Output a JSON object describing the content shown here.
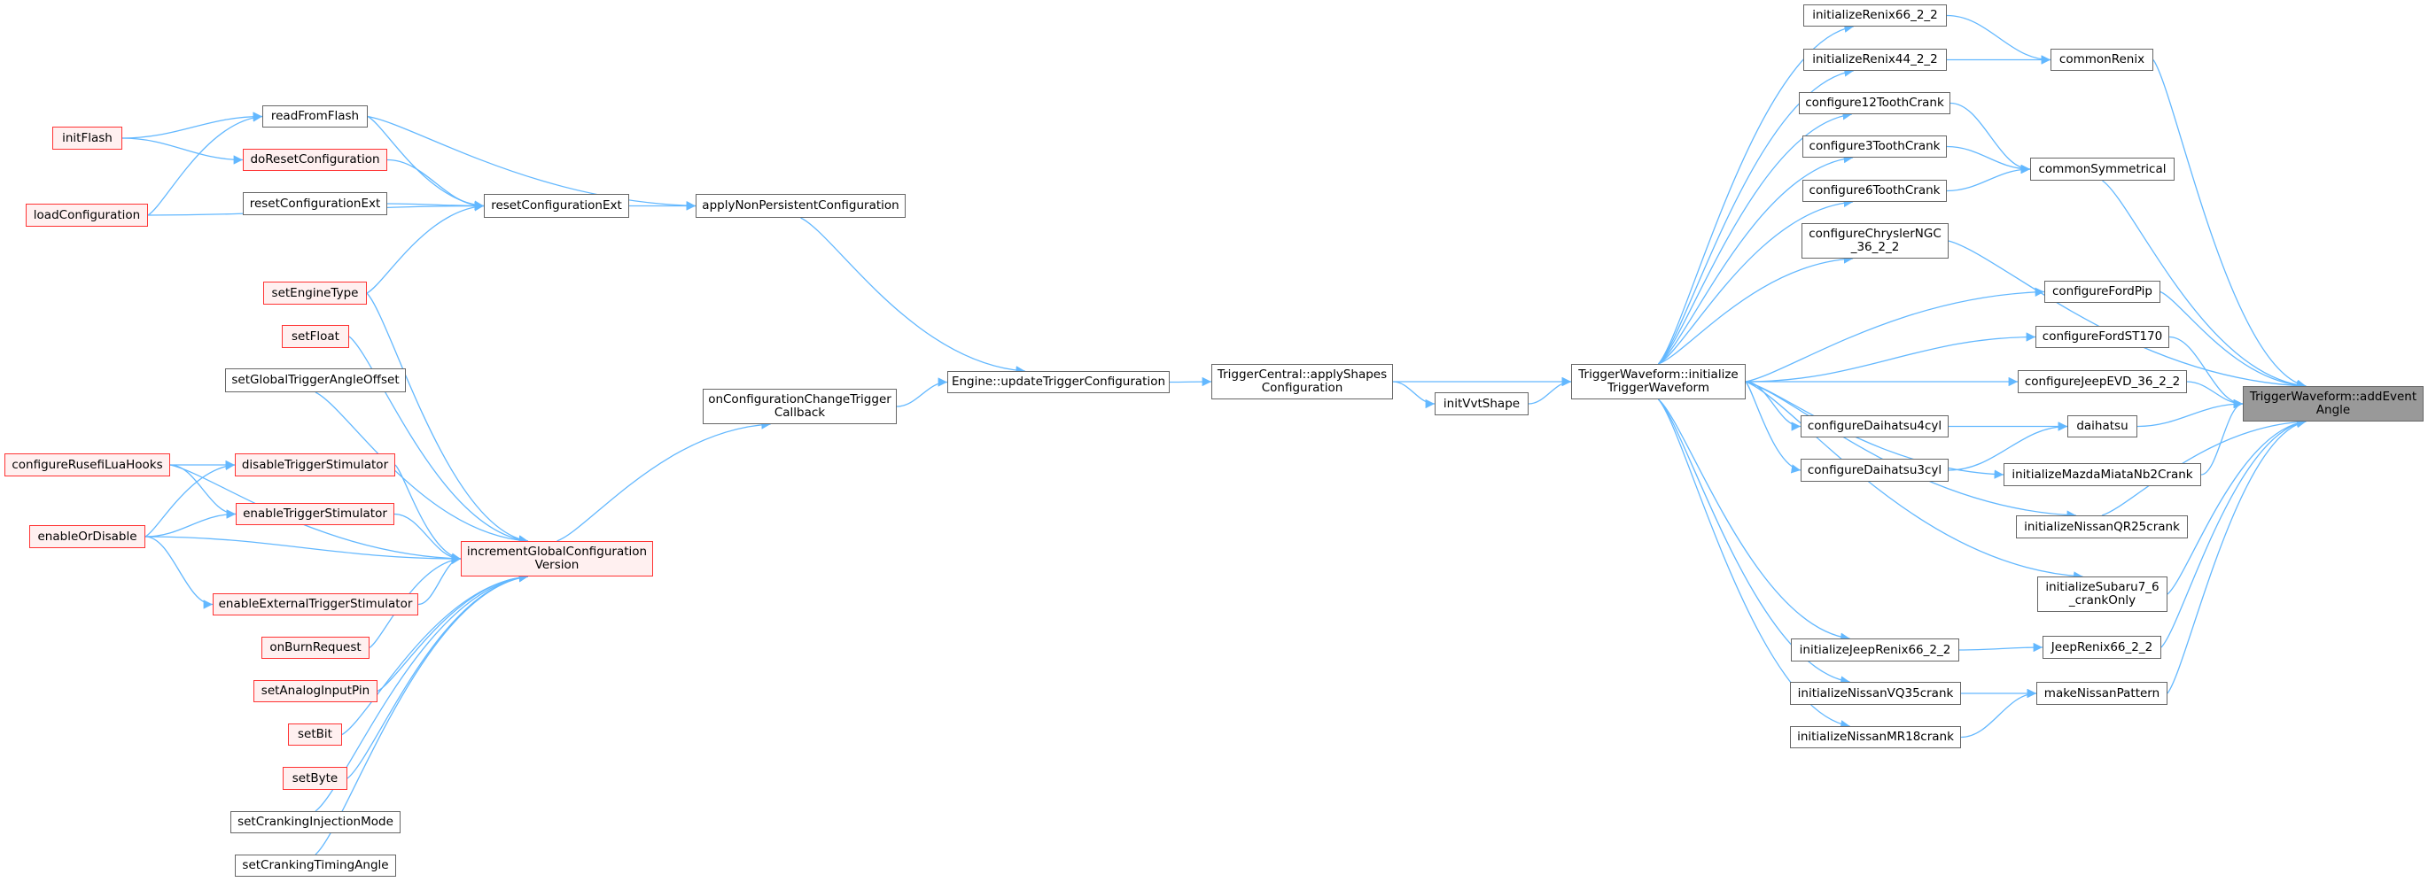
{
  "title": "TriggerWaveform::addEventAngle caller graph",
  "colors": {
    "edge": "#63b8ff",
    "node_border": "#666666",
    "truncated_border": "#ff3333",
    "truncated_fill": "#fff0f0",
    "target_fill": "#999999"
  },
  "nodes": [
    {
      "id": "initFlash",
      "label": "initFlash",
      "truncated": true
    },
    {
      "id": "readFromFlash",
      "label": "readFromFlash",
      "truncated": false
    },
    {
      "id": "doResetConfiguration",
      "label": "doResetConfiguration",
      "truncated": true
    },
    {
      "id": "resetConfigurationExt_a",
      "label": "resetConfigurationExt",
      "truncated": false
    },
    {
      "id": "loadConfiguration",
      "label": "loadConfiguration",
      "truncated": true
    },
    {
      "id": "resetConfigurationExt_b",
      "label": "resetConfigurationExt",
      "truncated": false
    },
    {
      "id": "applyNonPersistentConfiguration",
      "label": "applyNonPersistentConfiguration",
      "truncated": false
    },
    {
      "id": "setEngineType",
      "label": "setEngineType",
      "truncated": true
    },
    {
      "id": "setFloat",
      "label": "setFloat",
      "truncated": true
    },
    {
      "id": "setGlobalTriggerAngleOffset",
      "label": "setGlobalTriggerAngleOffset",
      "truncated": false
    },
    {
      "id": "configureRusefiLuaHooks",
      "label": "configureRusefiLuaHooks",
      "truncated": true
    },
    {
      "id": "disableTriggerStimulator",
      "label": "disableTriggerStimulator",
      "truncated": true
    },
    {
      "id": "enableTriggerStimulator",
      "label": "enableTriggerStimulator",
      "truncated": true
    },
    {
      "id": "enableOrDisable",
      "label": "enableOrDisable",
      "truncated": true
    },
    {
      "id": "enableExternalTriggerStimulator",
      "label": "enableExternalTriggerStimulator",
      "truncated": true
    },
    {
      "id": "onBurnRequest",
      "label": "onBurnRequest",
      "truncated": true
    },
    {
      "id": "setAnalogInputPin",
      "label": "setAnalogInputPin",
      "truncated": true
    },
    {
      "id": "setBit",
      "label": "setBit",
      "truncated": true
    },
    {
      "id": "setByte",
      "label": "setByte",
      "truncated": true
    },
    {
      "id": "setCrankingInjectionMode",
      "label": "setCrankingInjectionMode",
      "truncated": false
    },
    {
      "id": "setCrankingTimingAngle",
      "label": "setCrankingTimingAngle",
      "truncated": false
    },
    {
      "id": "incrementGlobalConfigurationVersion",
      "label": "incrementGlobalConfiguration\nVersion",
      "truncated": true
    },
    {
      "id": "onConfigurationChangeTriggerCallback",
      "label": "onConfigurationChangeTrigger\nCallback",
      "truncated": false
    },
    {
      "id": "Engine_updateTriggerConfiguration",
      "label": "Engine::updateTriggerConfiguration",
      "truncated": false
    },
    {
      "id": "TriggerCentral_applyShapesConfiguration",
      "label": "TriggerCentral::applyShapes\nConfiguration",
      "truncated": false
    },
    {
      "id": "initVvtShape",
      "label": "initVvtShape",
      "truncated": false
    },
    {
      "id": "TriggerWaveform_initializeTriggerWaveform",
      "label": "TriggerWaveform::initialize\nTriggerWaveform",
      "truncated": false
    },
    {
      "id": "initializeRenix66_2_2",
      "label": "initializeRenix66_2_2",
      "truncated": false
    },
    {
      "id": "initializeRenix44_2_2",
      "label": "initializeRenix44_2_2",
      "truncated": false
    },
    {
      "id": "configure12ToothCrank",
      "label": "configure12ToothCrank",
      "truncated": false
    },
    {
      "id": "configure3ToothCrank",
      "label": "configure3ToothCrank",
      "truncated": false
    },
    {
      "id": "configure6ToothCrank",
      "label": "configure6ToothCrank",
      "truncated": false
    },
    {
      "id": "configureChryslerNGC_36_2_2",
      "label": "configureChryslerNGC\n_36_2_2",
      "truncated": false
    },
    {
      "id": "commonRenix",
      "label": "commonRenix",
      "truncated": false
    },
    {
      "id": "commonSymmetrical",
      "label": "commonSymmetrical",
      "truncated": false
    },
    {
      "id": "configureFordPip",
      "label": "configureFordPip",
      "truncated": false
    },
    {
      "id": "configureFordST170",
      "label": "configureFordST170",
      "truncated": false
    },
    {
      "id": "configureJeepEVD_36_2_2",
      "label": "configureJeepEVD_36_2_2",
      "truncated": false
    },
    {
      "id": "configureDaihatsu4cyl",
      "label": "configureDaihatsu4cyl",
      "truncated": false
    },
    {
      "id": "daihatsu",
      "label": "daihatsu",
      "truncated": false
    },
    {
      "id": "configureDaihatsu3cyl",
      "label": "configureDaihatsu3cyl",
      "truncated": false
    },
    {
      "id": "initializeMazdaMiataNb2Crank",
      "label": "initializeMazdaMiataNb2Crank",
      "truncated": false
    },
    {
      "id": "initializeNissanQR25crank",
      "label": "initializeNissanQR25crank",
      "truncated": false
    },
    {
      "id": "initializeSubaru7_6_crankOnly",
      "label": "initializeSubaru7_6\n_crankOnly",
      "truncated": false
    },
    {
      "id": "initializeJeepRenix66_2_2",
      "label": "initializeJeepRenix66_2_2",
      "truncated": false
    },
    {
      "id": "JeepRenix66_2_2",
      "label": "JeepRenix66_2_2",
      "truncated": false
    },
    {
      "id": "initializeNissanVQ35crank",
      "label": "initializeNissanVQ35crank",
      "truncated": false
    },
    {
      "id": "makeNissanPattern",
      "label": "makeNissanPattern",
      "truncated": false
    },
    {
      "id": "initializeNissanMR18crank",
      "label": "initializeNissanMR18crank",
      "truncated": false
    },
    {
      "id": "TriggerWaveform_addEventAngle",
      "label": "TriggerWaveform::addEvent\nAngle",
      "truncated": false,
      "target": true
    }
  ],
  "edges": [
    [
      "initFlash",
      "readFromFlash"
    ],
    [
      "initFlash",
      "doResetConfiguration"
    ],
    [
      "loadConfiguration",
      "readFromFlash"
    ],
    [
      "loadConfiguration",
      "resetConfigurationExt_b"
    ],
    [
      "readFromFlash",
      "resetConfigurationExt_b"
    ],
    [
      "readFromFlash",
      "applyNonPersistentConfiguration"
    ],
    [
      "doResetConfiguration",
      "resetConfigurationExt_b"
    ],
    [
      "resetConfigurationExt_a",
      "resetConfigurationExt_b"
    ],
    [
      "setEngineType",
      "resetConfigurationExt_b"
    ],
    [
      "resetConfigurationExt_b",
      "applyNonPersistentConfiguration"
    ],
    [
      "applyNonPersistentConfiguration",
      "Engine_updateTriggerConfiguration"
    ],
    [
      "setEngineType",
      "incrementGlobalConfigurationVersion"
    ],
    [
      "setFloat",
      "incrementGlobalConfigurationVersion"
    ],
    [
      "setGlobalTriggerAngleOffset",
      "incrementGlobalConfigurationVersion"
    ],
    [
      "configureRusefiLuaHooks",
      "incrementGlobalConfigurationVersion"
    ],
    [
      "configureRusefiLuaHooks",
      "disableTriggerStimulator"
    ],
    [
      "configureRusefiLuaHooks",
      "enableTriggerStimulator"
    ],
    [
      "enableOrDisable",
      "disableTriggerStimulator"
    ],
    [
      "enableOrDisable",
      "enableTriggerStimulator"
    ],
    [
      "enableOrDisable",
      "incrementGlobalConfigurationVersion"
    ],
    [
      "enableOrDisable",
      "enableExternalTriggerStimulator"
    ],
    [
      "disableTriggerStimulator",
      "incrementGlobalConfigurationVersion"
    ],
    [
      "enableTriggerStimulator",
      "incrementGlobalConfigurationVersion"
    ],
    [
      "enableExternalTriggerStimulator",
      "incrementGlobalConfigurationVersion"
    ],
    [
      "onBurnRequest",
      "incrementGlobalConfigurationVersion"
    ],
    [
      "setAnalogInputPin",
      "incrementGlobalConfigurationVersion"
    ],
    [
      "setBit",
      "incrementGlobalConfigurationVersion"
    ],
    [
      "setByte",
      "incrementGlobalConfigurationVersion"
    ],
    [
      "setCrankingInjectionMode",
      "incrementGlobalConfigurationVersion"
    ],
    [
      "setCrankingTimingAngle",
      "incrementGlobalConfigurationVersion"
    ],
    [
      "incrementGlobalConfigurationVersion",
      "onConfigurationChangeTriggerCallback"
    ],
    [
      "onConfigurationChangeTriggerCallback",
      "Engine_updateTriggerConfiguration"
    ],
    [
      "Engine_updateTriggerConfiguration",
      "TriggerCentral_applyShapesConfiguration"
    ],
    [
      "TriggerCentral_applyShapesConfiguration",
      "TriggerWaveform_initializeTriggerWaveform"
    ],
    [
      "TriggerCentral_applyShapesConfiguration",
      "initVvtShape"
    ],
    [
      "initVvtShape",
      "TriggerWaveform_initializeTriggerWaveform"
    ],
    [
      "TriggerWaveform_initializeTriggerWaveform",
      "initializeRenix66_2_2"
    ],
    [
      "TriggerWaveform_initializeTriggerWaveform",
      "initializeRenix44_2_2"
    ],
    [
      "TriggerWaveform_initializeTriggerWaveform",
      "configure12ToothCrank"
    ],
    [
      "TriggerWaveform_initializeTriggerWaveform",
      "configure3ToothCrank"
    ],
    [
      "TriggerWaveform_initializeTriggerWaveform",
      "configure6ToothCrank"
    ],
    [
      "TriggerWaveform_initializeTriggerWaveform",
      "configureChryslerNGC_36_2_2"
    ],
    [
      "TriggerWaveform_initializeTriggerWaveform",
      "configureFordPip"
    ],
    [
      "TriggerWaveform_initializeTriggerWaveform",
      "configureFordST170"
    ],
    [
      "TriggerWaveform_initializeTriggerWaveform",
      "configureJeepEVD_36_2_2"
    ],
    [
      "TriggerWaveform_initializeTriggerWaveform",
      "configureDaihatsu4cyl"
    ],
    [
      "TriggerWaveform_initializeTriggerWaveform",
      "configureDaihatsu3cyl"
    ],
    [
      "TriggerWaveform_initializeTriggerWaveform",
      "initializeMazdaMiataNb2Crank"
    ],
    [
      "TriggerWaveform_initializeTriggerWaveform",
      "initializeNissanQR25crank"
    ],
    [
      "TriggerWaveform_initializeTriggerWaveform",
      "initializeSubaru7_6_crankOnly"
    ],
    [
      "TriggerWaveform_initializeTriggerWaveform",
      "initializeJeepRenix66_2_2"
    ],
    [
      "TriggerWaveform_initializeTriggerWaveform",
      "initializeNissanVQ35crank"
    ],
    [
      "TriggerWaveform_initializeTriggerWaveform",
      "initializeNissanMR18crank"
    ],
    [
      "initializeRenix66_2_2",
      "commonRenix"
    ],
    [
      "initializeRenix44_2_2",
      "commonRenix"
    ],
    [
      "configure12ToothCrank",
      "commonSymmetrical"
    ],
    [
      "configure3ToothCrank",
      "commonSymmetrical"
    ],
    [
      "configure6ToothCrank",
      "commonSymmetrical"
    ],
    [
      "configureDaihatsu4cyl",
      "daihatsu"
    ],
    [
      "configureDaihatsu3cyl",
      "daihatsu"
    ],
    [
      "initializeJeepRenix66_2_2",
      "JeepRenix66_2_2"
    ],
    [
      "initializeNissanVQ35crank",
      "makeNissanPattern"
    ],
    [
      "initializeNissanMR18crank",
      "makeNissanPattern"
    ],
    [
      "commonRenix",
      "TriggerWaveform_addEventAngle"
    ],
    [
      "commonSymmetrical",
      "TriggerWaveform_addEventAngle"
    ],
    [
      "configureChryslerNGC_36_2_2",
      "TriggerWaveform_addEventAngle"
    ],
    [
      "configureFordPip",
      "TriggerWaveform_addEventAngle"
    ],
    [
      "configureFordST170",
      "TriggerWaveform_addEventAngle"
    ],
    [
      "configureJeepEVD_36_2_2",
      "TriggerWaveform_addEventAngle"
    ],
    [
      "daihatsu",
      "TriggerWaveform_addEventAngle"
    ],
    [
      "initializeMazdaMiataNb2Crank",
      "TriggerWaveform_addEventAngle"
    ],
    [
      "initializeNissanQR25crank",
      "TriggerWaveform_addEventAngle"
    ],
    [
      "initializeSubaru7_6_crankOnly",
      "TriggerWaveform_addEventAngle"
    ],
    [
      "JeepRenix66_2_2",
      "TriggerWaveform_addEventAngle"
    ],
    [
      "makeNissanPattern",
      "TriggerWaveform_addEventAngle"
    ]
  ]
}
